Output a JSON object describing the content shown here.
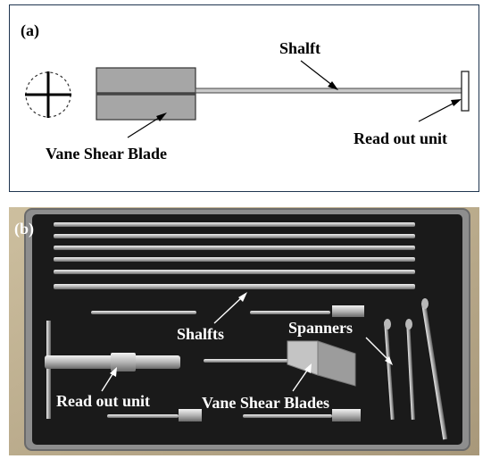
{
  "panel_a": {
    "tag": "(a)",
    "shaft_label": "Shalft",
    "blade_label": "Vane Shear Blade",
    "readout_label": "Read out unit"
  },
  "panel_b": {
    "tag": "(b)",
    "shafts_label": "Shalfts",
    "spanners_label": "Spanners",
    "readout_label": "Read out unit",
    "blades_label": "Vane Shear Blades"
  },
  "colors": {
    "frame": "#1f3550",
    "blade_fill": "#a6a6a6",
    "foam": "#1c1c1c",
    "case_rim": "#9a9a9a",
    "floor": "#b8a98a",
    "metal": "#c9c9c9"
  }
}
